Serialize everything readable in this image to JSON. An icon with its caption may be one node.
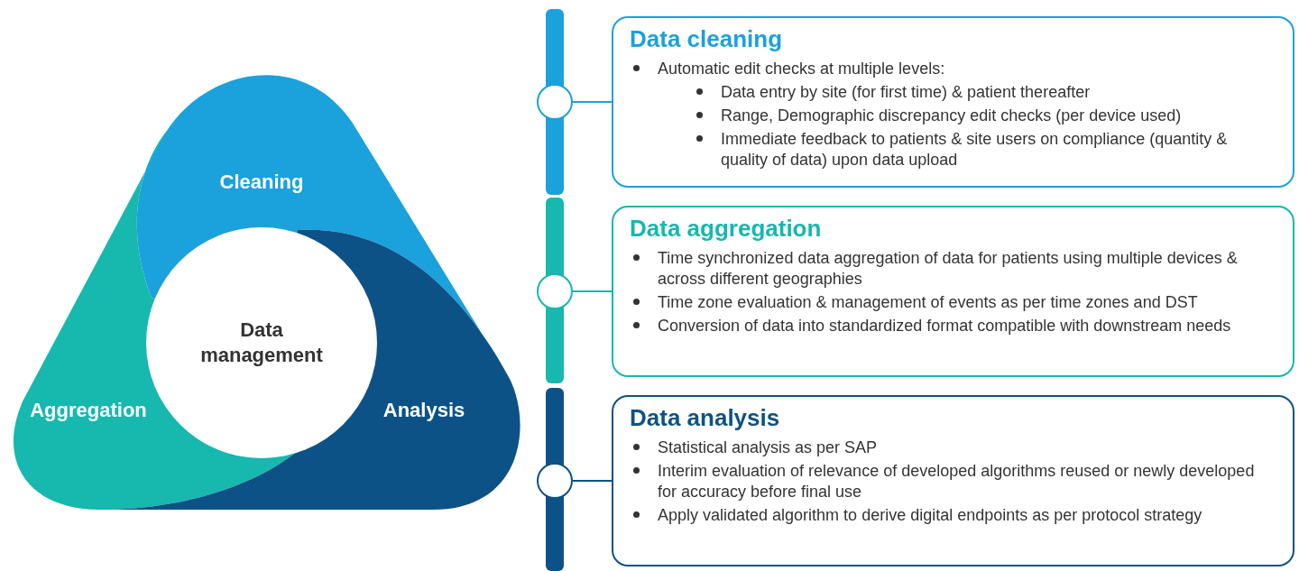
{
  "diagram": {
    "nodes": [
      {
        "text": [
          "Cleaning"
        ]
      },
      {
        "text": [
          "Aggregation"
        ]
      },
      {
        "text": [
          "Analysis"
        ]
      },
      {
        "text": [
          "Data management"
        ]
      },
      {
        "text": [],
        "shape": "circle"
      },
      {
        "text": [
          "Data cleaning",
          "Automatic edit checks at multiple levels:",
          "Data entry by site (for first time) & patient thereafter",
          "Range, Demographic discrepancy edit checks (per device used)",
          "Immediate feedback to patients & site users on compliance (quantity & quality of data) upon data upload"
        ]
      },
      {
        "text": [],
        "shape": "circle"
      },
      {
        "text": [
          "Data aggregation",
          "Time synchronized data aggregation of data for patients using multiple devices & across different geographies",
          "Time zone evaluation & management of events as per time zones and DST",
          "Conversion of data into standardized format compatible with downstream needs"
        ]
      },
      {
        "text": [],
        "shape": "circle"
      },
      {
        "text": [
          "Data analysis",
          "Statistical analysis as per SAP",
          "Interim evaluation of relevance of developed algorithms reused or newly developed for accuracy before final use",
          "Apply validated algorithm to derive digital endpoints as per protocol strategy"
        ]
      }
    ],
    "edges": [
      {
        "from": 4,
        "to": 5,
        "arrow": "none"
      },
      {
        "from": 6,
        "to": 7,
        "arrow": "none"
      },
      {
        "from": 8,
        "to": 9,
        "arrow": "none"
      }
    ]
  }
}
